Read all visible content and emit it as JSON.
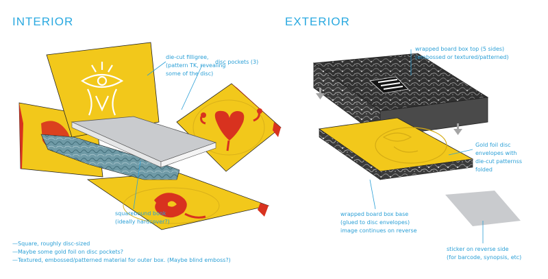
{
  "headings": {
    "interior": "INTERIOR",
    "exterior": "EXTERIOR"
  },
  "labels": {
    "die_cut": [
      "die-cut filligree,",
      "(pattern TK, revealing",
      "some of the disc)"
    ],
    "disc_pockets": "disc pockets (3)",
    "squarebound": [
      "squarebound book",
      "(ideally hardcover?)"
    ],
    "box_top": [
      "wrapped board box top (5 sides)",
      "(embossed or textured/patterned)"
    ],
    "gold_foil": [
      "Gold foil disc",
      "envelopes with",
      "die-cut patternss",
      "folded"
    ],
    "box_base": [
      "wrapped board box base",
      "(glued to disc envelopes)",
      "image continues on reverse"
    ],
    "sticker": [
      "sticker on reverse side",
      "(for barcode, synopsis, etc)"
    ]
  },
  "notes": [
    "—Square, roughly disc-sized",
    "—Maybe some gold foil on disc pockets?",
    "—Textured, embossed/patterned material for outer box. (Maybe blind emboss?)"
  ],
  "colors": {
    "accent": "#2aa9e0",
    "pocket_yellow": "#f2c81b",
    "print_red": "#d8321f",
    "book_grey": "#c9cbce",
    "texture_dark": "#2a2a2a"
  }
}
